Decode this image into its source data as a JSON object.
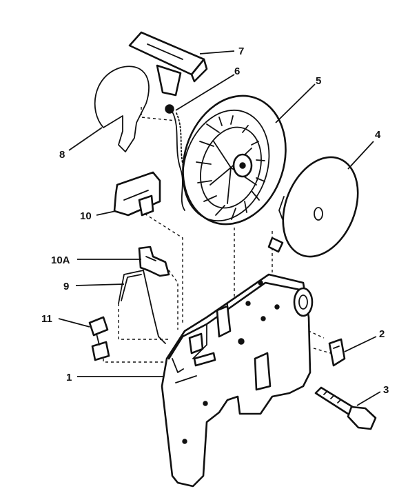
{
  "diagram": {
    "callouts": [
      {
        "id": "7",
        "label": "7"
      },
      {
        "id": "6",
        "label": "6"
      },
      {
        "id": "5",
        "label": "5"
      },
      {
        "id": "4",
        "label": "4"
      },
      {
        "id": "8",
        "label": "8"
      },
      {
        "id": "10",
        "label": "10"
      },
      {
        "id": "10A",
        "label": "10A"
      },
      {
        "id": "9",
        "label": "9"
      },
      {
        "id": "11",
        "label": "11"
      },
      {
        "id": "2",
        "label": "2"
      },
      {
        "id": "1",
        "label": "1"
      },
      {
        "id": "3",
        "label": "3"
      }
    ]
  }
}
